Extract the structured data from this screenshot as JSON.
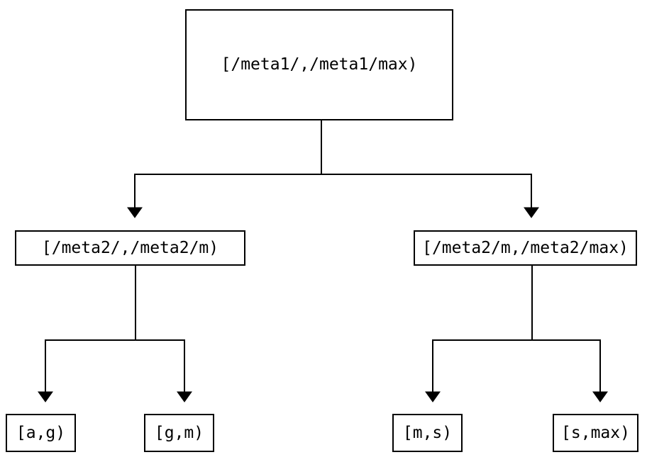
{
  "diagram": {
    "type": "binary-interval-tree",
    "nodes": {
      "root": {
        "id": "root",
        "label": "[/meta1/,/meta1/max)"
      },
      "left": {
        "id": "left",
        "label": "[/meta2/,/meta2/m)"
      },
      "right": {
        "id": "right",
        "label": "[/meta2/m,/meta2/max)"
      },
      "leaf_ag": {
        "id": "leaf_ag",
        "label": "[a,g)"
      },
      "leaf_gm": {
        "id": "leaf_gm",
        "label": "[g,m)"
      },
      "leaf_ms": {
        "id": "leaf_ms",
        "label": "[m,s)"
      },
      "leaf_smax": {
        "id": "leaf_smax",
        "label": "[s,max)"
      }
    },
    "edges": [
      {
        "from": "root",
        "to": "left",
        "arrow": "filled-triangle-down"
      },
      {
        "from": "root",
        "to": "right",
        "arrow": "filled-triangle-down"
      },
      {
        "from": "left",
        "to": "leaf_ag",
        "arrow": "filled-triangle-down"
      },
      {
        "from": "left",
        "to": "leaf_gm",
        "arrow": "filled-triangle-down"
      },
      {
        "from": "right",
        "to": "leaf_ms",
        "arrow": "filled-triangle-down"
      },
      {
        "from": "right",
        "to": "leaf_smax",
        "arrow": "filled-triangle-down"
      }
    ],
    "colors": {
      "background": "#ffffff",
      "line": "#000000",
      "box_border": "#000000",
      "text": "#000000"
    }
  }
}
